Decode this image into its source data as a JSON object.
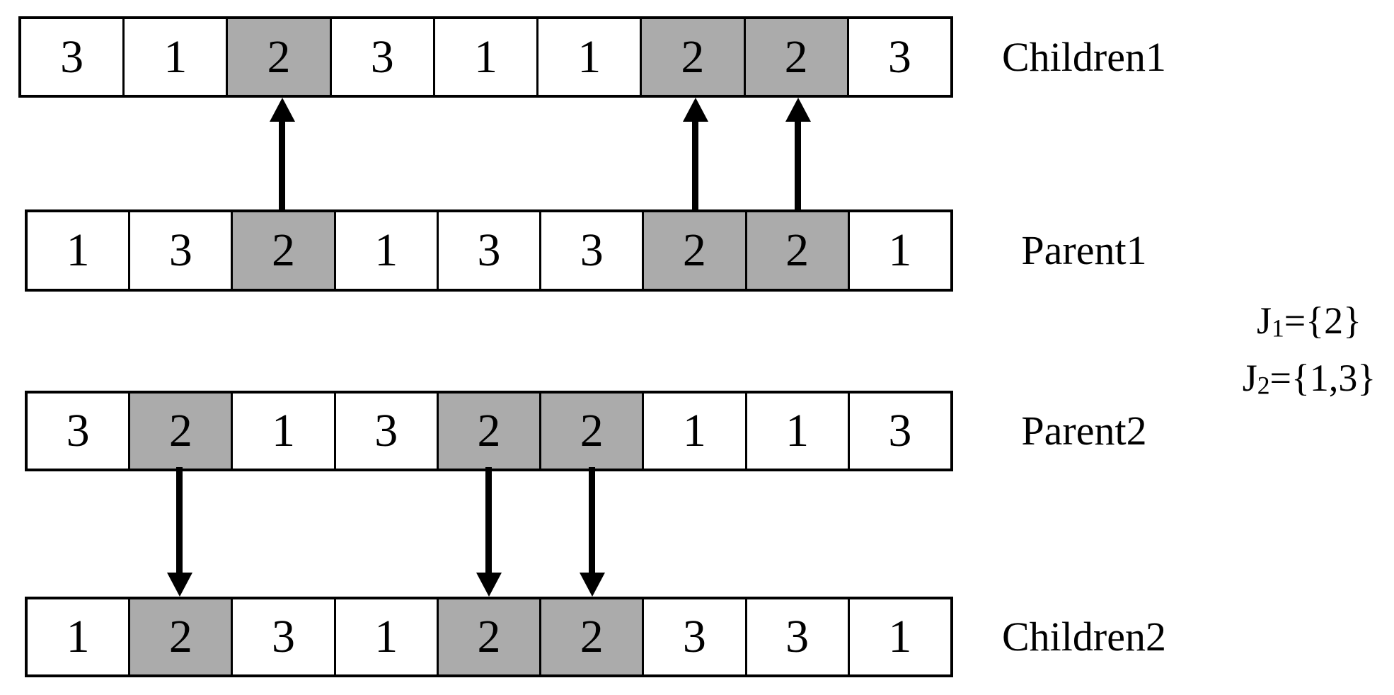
{
  "figure": {
    "description": "Two-point crossover of machine-2 genes between two parent schedules producing two children",
    "rows": [
      {
        "id": "children1",
        "label": "Children1",
        "values": [
          "3",
          "1",
          "2",
          "3",
          "1",
          "1",
          "2",
          "2",
          "3"
        ],
        "highlighted": [
          2,
          6,
          7
        ]
      },
      {
        "id": "parent1",
        "label": "Parent1",
        "values": [
          "1",
          "3",
          "2",
          "1",
          "3",
          "3",
          "2",
          "2",
          "1"
        ],
        "highlighted": [
          2,
          6,
          7
        ]
      },
      {
        "id": "parent2",
        "label": "Parent2",
        "values": [
          "3",
          "2",
          "1",
          "3",
          "2",
          "2",
          "1",
          "1",
          "3"
        ],
        "highlighted": [
          1,
          4,
          5
        ]
      },
      {
        "id": "children2",
        "label": "Children2",
        "values": [
          "1",
          "2",
          "3",
          "1",
          "2",
          "2",
          "3",
          "3",
          "1"
        ],
        "highlighted": [
          1,
          4,
          5
        ]
      }
    ],
    "arrows": [
      {
        "from": "parent1",
        "to": "children1",
        "direction": "up",
        "source_cells": [
          2,
          6,
          7
        ]
      },
      {
        "from": "parent2",
        "to": "children2",
        "direction": "down",
        "source_cells": [
          1,
          4,
          5
        ]
      }
    ],
    "annotations": [
      {
        "base": "J",
        "sub": "1",
        "rest": "={2}"
      },
      {
        "base": "J",
        "sub": "2",
        "rest": "={1,3}"
      }
    ],
    "colors": {
      "highlight": "#ababab",
      "line": "#000000",
      "background": "#ffffff",
      "text": "#000000"
    }
  }
}
